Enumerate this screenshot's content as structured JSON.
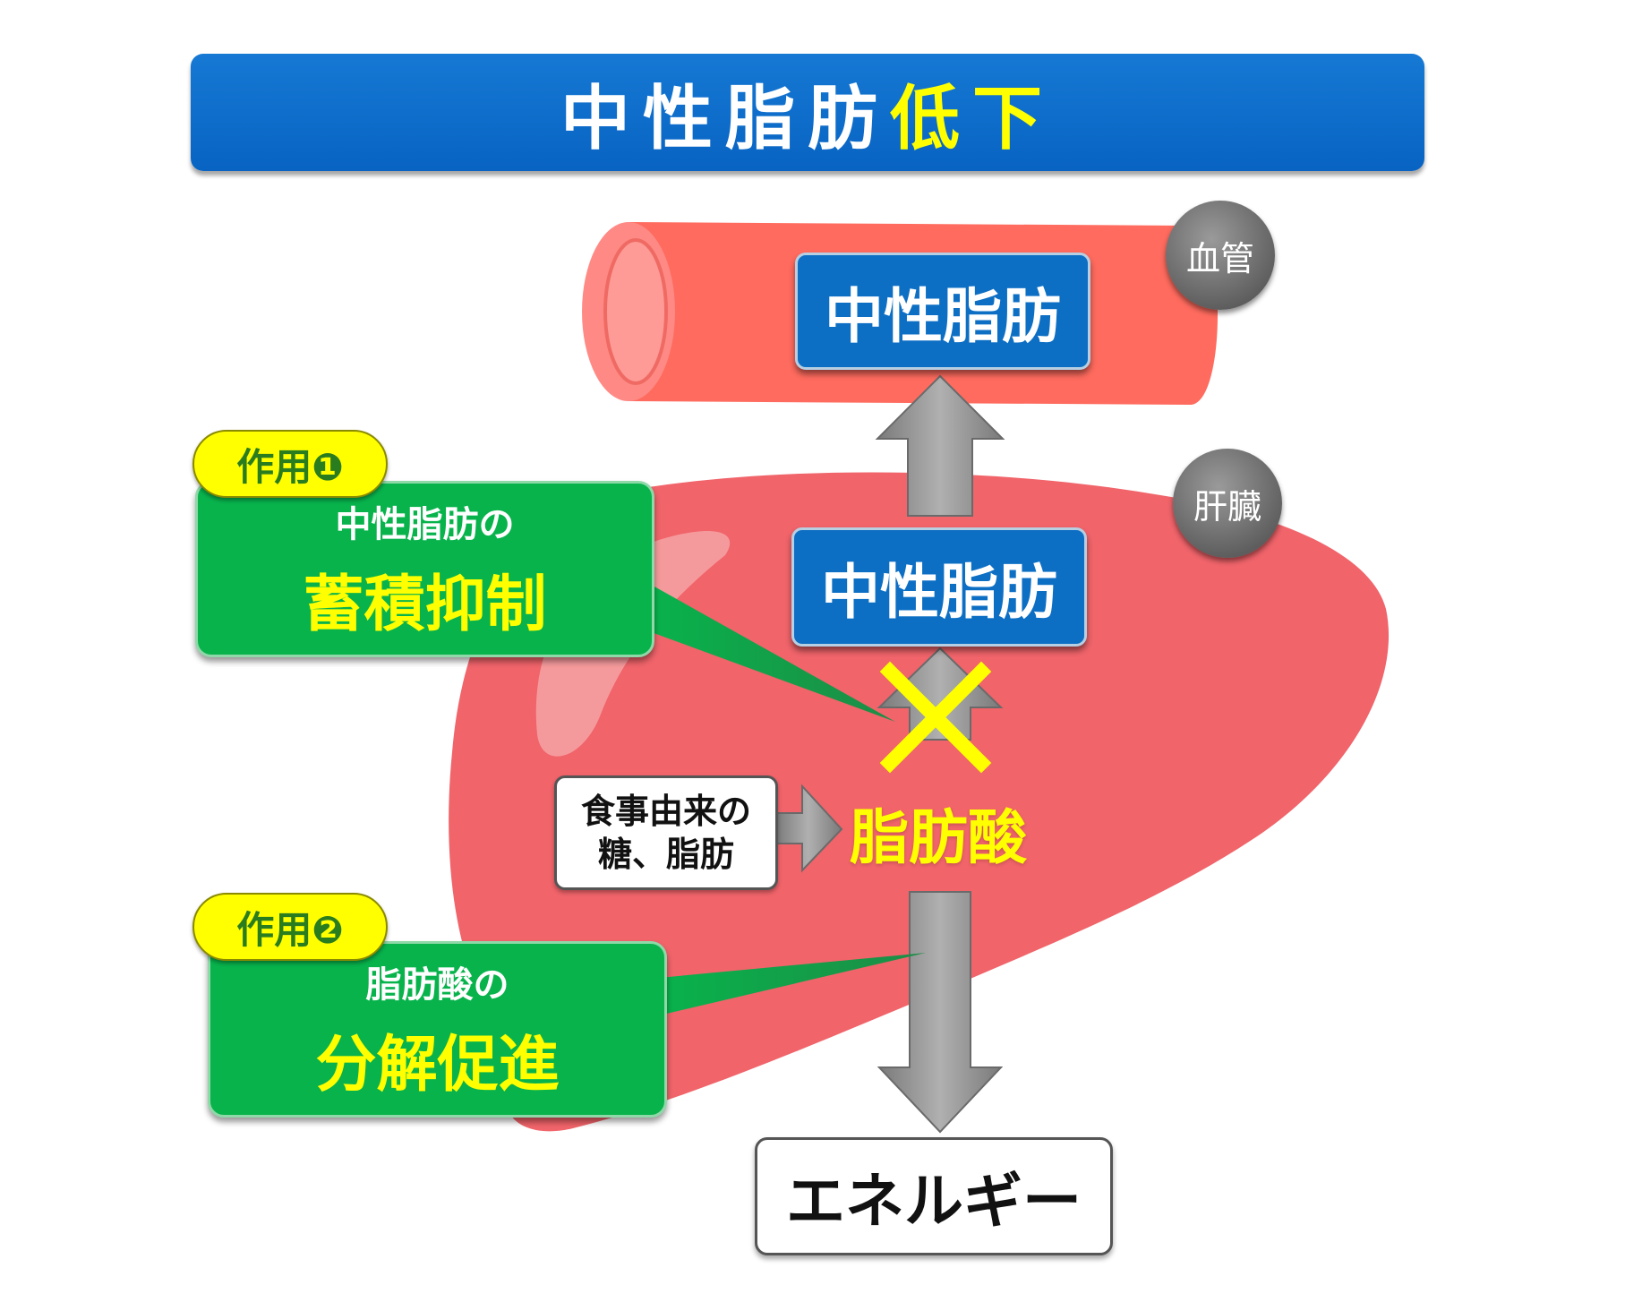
{
  "title": {
    "main": "中性脂肪",
    "highlight": "低下"
  },
  "vessel": {
    "label": "血管",
    "box_text": "中性脂肪"
  },
  "liver": {
    "label": "肝臓",
    "box_text": "中性脂肪"
  },
  "effects": [
    {
      "tag": "作用❶",
      "subtitle": "中性脂肪の",
      "main": "蓄積抑制"
    },
    {
      "tag": "作用❷",
      "subtitle": "脂肪酸の",
      "main": "分解促進"
    }
  ],
  "source": {
    "line1": "食事由来の",
    "line2": "糖、脂肪"
  },
  "fatty_acid": "脂肪酸",
  "energy": "エネルギー",
  "colors": {
    "title_bg": "#0b6cc8",
    "highlight": "#ffff00",
    "vessel": "#ff6b5e",
    "liver": "#f0646a",
    "box_blue": "#0d6fc4",
    "effect_green": "#08b34c",
    "arrow_gray": "#8a8a8a",
    "block_cross": "#ffff00"
  }
}
